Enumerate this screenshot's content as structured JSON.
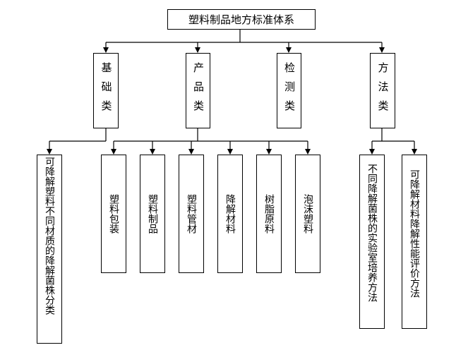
{
  "root": {
    "label": "塑料制品地方标准体系"
  },
  "categories": [
    {
      "id": "basic",
      "label": "基础类"
    },
    {
      "id": "product",
      "label": "产品类"
    },
    {
      "id": "testing",
      "label": "检测类"
    },
    {
      "id": "method",
      "label": "方法类"
    }
  ],
  "basic_children": [
    {
      "label": "可降解塑料不同材质的降解菌株分类"
    }
  ],
  "product_children": [
    {
      "label": "塑料包装"
    },
    {
      "label": "塑料制品"
    },
    {
      "label": "塑料管材"
    },
    {
      "label": "降解材料"
    },
    {
      "label": "树脂原料"
    },
    {
      "label": "泡沫塑料"
    }
  ],
  "method_children": [
    {
      "label": "不同降解菌株的实验室培养方法"
    },
    {
      "label": "可降解材料降解性能评价方法"
    }
  ]
}
